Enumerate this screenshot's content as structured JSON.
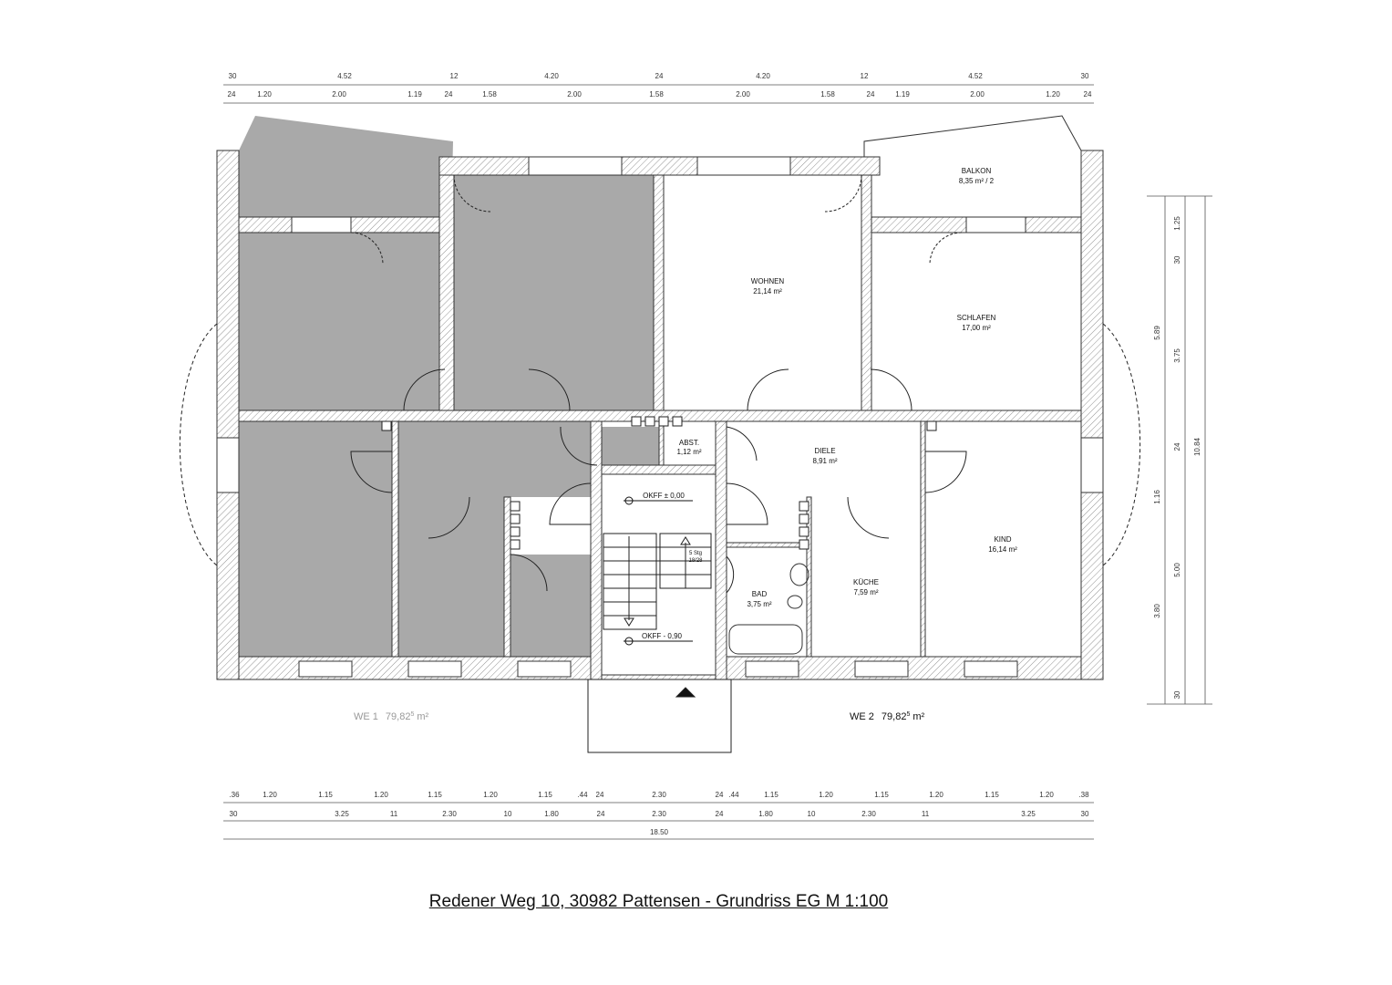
{
  "title": "Redener Weg 10, 30982 Pattensen - Grundriss EG M 1:100",
  "colors": {
    "occupied_unit": "#a9a9a9",
    "wall": "#333333"
  },
  "rooms": {
    "balkon": {
      "name": "BALKON",
      "area": "8,35 m² / 2"
    },
    "wohnen": {
      "name": "WOHNEN",
      "area": "21,14 m²"
    },
    "schlafen": {
      "name": "SCHLAFEN",
      "area": "17,00 m²"
    },
    "abst": {
      "name": "ABST.",
      "area": "1,12 m²"
    },
    "diele": {
      "name": "DIELE",
      "area": "8,91 m²"
    },
    "kind": {
      "name": "KIND",
      "area": "16,14 m²"
    },
    "kueche": {
      "name": "KÜCHE",
      "area": "7,59 m²"
    },
    "bad": {
      "name": "BAD",
      "area": "3,75 m²"
    }
  },
  "levels": {
    "upper": "OKFF ± 0,00",
    "lower": "OKFF - 0,90"
  },
  "stairs": {
    "steps": "5 Stg",
    "ratio": "18/28"
  },
  "units": {
    "we1": {
      "name": "WE 1",
      "area": "79,82",
      "sup": "5",
      "unit": "m²"
    },
    "we2": {
      "name": "WE 2",
      "area": "79,82",
      "sup": "5",
      "unit": "m²"
    }
  },
  "dimensions": {
    "top_row1": [
      "30",
      "4.52",
      "12",
      "4.20",
      "24",
      "4.20",
      "12",
      "4.52",
      "30"
    ],
    "top_row2": [
      "24",
      "1.20",
      "2.00",
      "1.19",
      "24",
      "1.58",
      "2.00",
      "1.58",
      "2.00",
      "1.58",
      "24",
      "1.19",
      "2.00",
      "1.20",
      "24"
    ],
    "bottom_row1": [
      ".36",
      "1.20",
      "1.15",
      "1.20",
      "1.15",
      "1.20",
      "1.15",
      ".44",
      "24",
      "2.30",
      "24",
      ".44",
      "1.15",
      "1.20",
      "1.15",
      "1.20",
      "1.15",
      "1.20",
      ".38"
    ],
    "bottom_row2": [
      "30",
      "3.25",
      "11",
      "2.30",
      "10",
      "1.80",
      "24",
      "2.30",
      "24",
      "1.80",
      "10",
      "2.30",
      "11",
      "3.25",
      "30"
    ],
    "bottom_total": "18.50",
    "right_col1": [
      "5.89",
      "1.16",
      "3.80"
    ],
    "right_col2": [
      "1.25",
      "30",
      "3.75",
      "24",
      "5.00",
      "30"
    ],
    "right_total": "10.84"
  }
}
